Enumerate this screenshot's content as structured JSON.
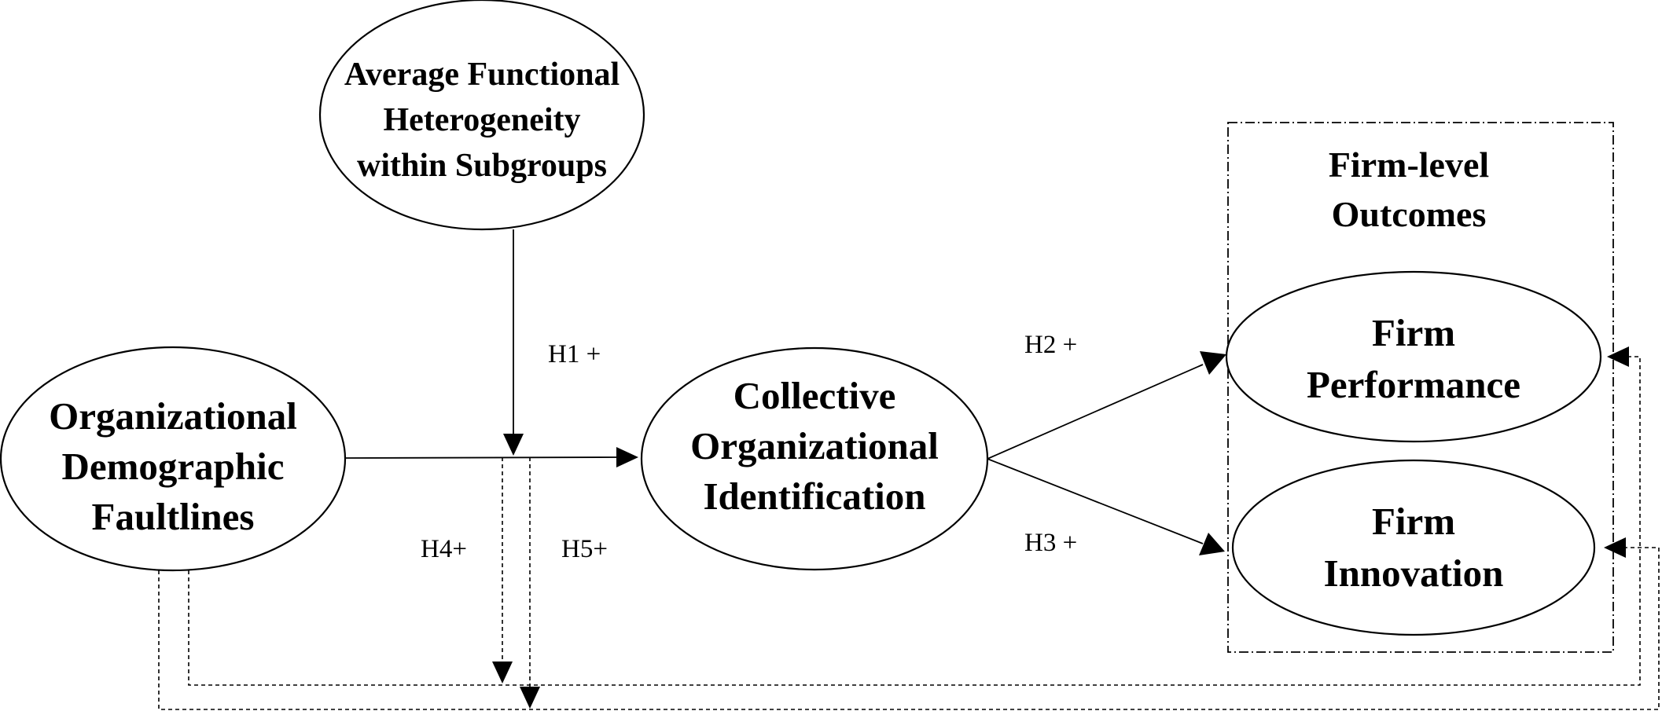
{
  "nodes": {
    "faultlines": {
      "lines": [
        "Organizational",
        "Demographic",
        "Faultlines"
      ]
    },
    "heterogeneity": {
      "lines": [
        "Average Functional",
        "Heterogeneity",
        "within Subgroups"
      ]
    },
    "identification": {
      "lines": [
        "Collective",
        "Organizational",
        "Identification"
      ]
    },
    "performance": {
      "lines": [
        "Firm",
        "Performance"
      ]
    },
    "innovation": {
      "lines": [
        "Firm",
        "Innovation"
      ]
    }
  },
  "group": {
    "title_lines": [
      "Firm-level",
      "Outcomes"
    ]
  },
  "edges": {
    "h1": "H1 +",
    "h2": "H2 +",
    "h3": "H3 +",
    "h4": "H4+",
    "h5": "H5+"
  }
}
